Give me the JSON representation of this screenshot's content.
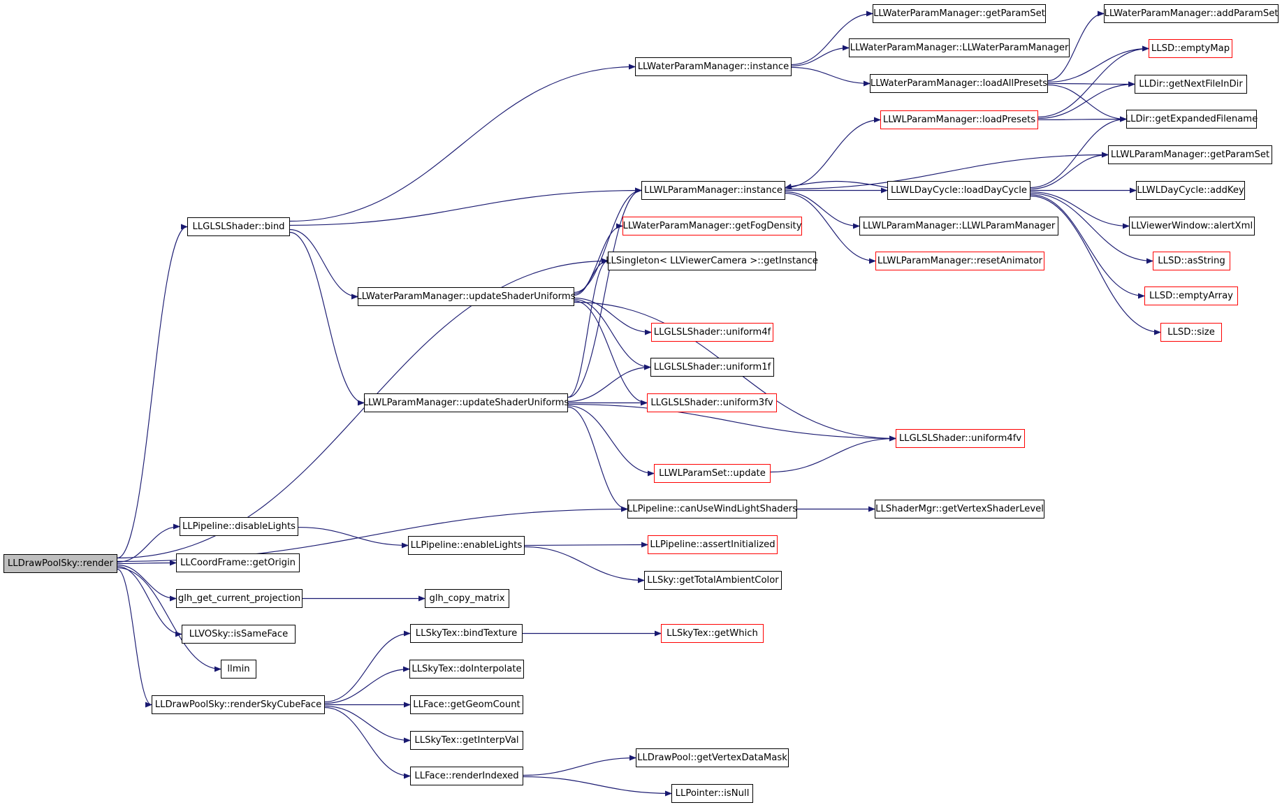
{
  "diagram": {
    "nodes": [
      {
        "id": "render",
        "label": "LLDrawPoolSky::render",
        "kind": "root"
      },
      {
        "id": "bind",
        "label": "LLGLSLShader::bind",
        "kind": "normal"
      },
      {
        "id": "wpm_instance",
        "label": "LLWaterParamManager::instance",
        "kind": "normal"
      },
      {
        "id": "wpm_getParamSet",
        "label": "LLWaterParamManager::getParamSet",
        "kind": "normal"
      },
      {
        "id": "wpm_ctor",
        "label": "LLWaterParamManager::LLWaterParamManager",
        "kind": "normal"
      },
      {
        "id": "wpm_loadAll",
        "label": "LLWaterParamManager::loadAllPresets",
        "kind": "normal"
      },
      {
        "id": "wpm_addParamSet",
        "label": "LLWaterParamManager::addParamSet",
        "kind": "normal"
      },
      {
        "id": "llsd_emptyMap",
        "label": "LLSD::emptyMap",
        "kind": "truncated"
      },
      {
        "id": "lldir_next",
        "label": "LLDir::getNextFileInDir",
        "kind": "normal"
      },
      {
        "id": "wlpm_loadPresets",
        "label": "LLWLParamManager::loadPresets",
        "kind": "truncated"
      },
      {
        "id": "lldir_expanded",
        "label": "LLDir::getExpandedFilename",
        "kind": "normal"
      },
      {
        "id": "wlpm_getParamSet",
        "label": "LLWLParamManager::getParamSet",
        "kind": "normal"
      },
      {
        "id": "wlpm_instance",
        "label": "LLWLParamManager::instance",
        "kind": "normal"
      },
      {
        "id": "daycycle_load",
        "label": "LLWLDayCycle::loadDayCycle",
        "kind": "normal"
      },
      {
        "id": "daycycle_addKey",
        "label": "LLWLDayCycle::addKey",
        "kind": "normal"
      },
      {
        "id": "wlpm_ctor",
        "label": "LLWLParamManager::LLWLParamManager",
        "kind": "normal"
      },
      {
        "id": "viewer_alertXml",
        "label": "LLViewerWindow::alertXml",
        "kind": "normal"
      },
      {
        "id": "wpm_fog",
        "label": "LLWaterParamManager::getFogDensity",
        "kind": "truncated"
      },
      {
        "id": "wlpm_reset",
        "label": "LLWLParamManager::resetAnimator",
        "kind": "truncated"
      },
      {
        "id": "llsd_asString",
        "label": "LLSD::asString",
        "kind": "truncated"
      },
      {
        "id": "singleton_cam",
        "label": "LLSingleton< LLViewerCamera >::getInstance",
        "kind": "normal"
      },
      {
        "id": "wpm_update",
        "label": "LLWaterParamManager::updateShaderUniforms",
        "kind": "normal"
      },
      {
        "id": "llsd_emptyArray",
        "label": "LLSD::emptyArray",
        "kind": "truncated"
      },
      {
        "id": "shader_u4f",
        "label": "LLGLSLShader::uniform4f",
        "kind": "truncated"
      },
      {
        "id": "llsd_size",
        "label": "LLSD::size",
        "kind": "truncated"
      },
      {
        "id": "shader_u1f",
        "label": "LLGLSLShader::uniform1f",
        "kind": "normal"
      },
      {
        "id": "wlpm_update",
        "label": "LLWLParamManager::updateShaderUniforms",
        "kind": "normal"
      },
      {
        "id": "shader_u3fv",
        "label": "LLGLSLShader::uniform3fv",
        "kind": "truncated"
      },
      {
        "id": "shader_u4fv",
        "label": "LLGLSLShader::uniform4fv",
        "kind": "truncated"
      },
      {
        "id": "wlparamset_update",
        "label": "LLWLParamSet::update",
        "kind": "truncated"
      },
      {
        "id": "pipe_wind",
        "label": "LLPipeline::canUseWindLightShaders",
        "kind": "normal"
      },
      {
        "id": "shadermgr_level",
        "label": "LLShaderMgr::getVertexShaderLevel",
        "kind": "normal"
      },
      {
        "id": "pipe_disable",
        "label": "LLPipeline::disableLights",
        "kind": "normal"
      },
      {
        "id": "pipe_enable",
        "label": "LLPipeline::enableLights",
        "kind": "normal"
      },
      {
        "id": "pipe_assert",
        "label": "LLPipeline::assertInitialized",
        "kind": "truncated"
      },
      {
        "id": "coord_origin",
        "label": "LLCoordFrame::getOrigin",
        "kind": "normal"
      },
      {
        "id": "llsky_ambient",
        "label": "LLSky::getTotalAmbientColor",
        "kind": "normal"
      },
      {
        "id": "glh_proj",
        "label": "glh_get_current_projection",
        "kind": "normal"
      },
      {
        "id": "glh_copy",
        "label": "glh_copy_matrix",
        "kind": "normal"
      },
      {
        "id": "vosky_same",
        "label": "LLVOSky::isSameFace",
        "kind": "normal"
      },
      {
        "id": "skytex_bind",
        "label": "LLSkyTex::bindTexture",
        "kind": "normal"
      },
      {
        "id": "skytex_which",
        "label": "LLSkyTex::getWhich",
        "kind": "truncated"
      },
      {
        "id": "llmin",
        "label": "llmin",
        "kind": "normal"
      },
      {
        "id": "skytex_interp",
        "label": "LLSkyTex::doInterpolate",
        "kind": "normal"
      },
      {
        "id": "render_cube",
        "label": "LLDrawPoolSky::renderSkyCubeFace",
        "kind": "normal"
      },
      {
        "id": "face_geom",
        "label": "LLFace::getGeomCount",
        "kind": "normal"
      },
      {
        "id": "skytex_interpval",
        "label": "LLSkyTex::getInterpVal",
        "kind": "normal"
      },
      {
        "id": "drawpool_mask",
        "label": "LLDrawPool::getVertexDataMask",
        "kind": "normal"
      },
      {
        "id": "face_render",
        "label": "LLFace::renderIndexed",
        "kind": "normal"
      },
      {
        "id": "pointer_null",
        "label": "LLPointer::isNull",
        "kind": "normal"
      }
    ],
    "edges": [
      {
        "from": "render",
        "to": "bind"
      },
      {
        "from": "render",
        "to": "singleton_cam"
      },
      {
        "from": "render",
        "to": "pipe_wind"
      },
      {
        "from": "render",
        "to": "pipe_disable"
      },
      {
        "from": "render",
        "to": "coord_origin"
      },
      {
        "from": "render",
        "to": "glh_proj"
      },
      {
        "from": "render",
        "to": "vosky_same"
      },
      {
        "from": "render",
        "to": "llmin"
      },
      {
        "from": "render",
        "to": "render_cube"
      },
      {
        "from": "bind",
        "to": "wpm_instance"
      },
      {
        "from": "bind",
        "to": "wlpm_instance"
      },
      {
        "from": "bind",
        "to": "wpm_update"
      },
      {
        "from": "bind",
        "to": "wlpm_update"
      },
      {
        "from": "wpm_instance",
        "to": "wpm_getParamSet"
      },
      {
        "from": "wpm_instance",
        "to": "wpm_ctor"
      },
      {
        "from": "wpm_instance",
        "to": "wpm_loadAll"
      },
      {
        "from": "wpm_loadAll",
        "to": "wpm_addParamSet"
      },
      {
        "from": "wpm_loadAll",
        "to": "llsd_emptyMap"
      },
      {
        "from": "wpm_loadAll",
        "to": "lldir_next"
      },
      {
        "from": "wpm_loadAll",
        "to": "lldir_expanded"
      },
      {
        "from": "wlpm_loadPresets",
        "to": "llsd_emptyMap"
      },
      {
        "from": "wlpm_loadPresets",
        "to": "lldir_next"
      },
      {
        "from": "wlpm_loadPresets",
        "to": "lldir_expanded"
      },
      {
        "from": "wlpm_instance",
        "to": "wlpm_loadPresets"
      },
      {
        "from": "wlpm_instance",
        "to": "wlpm_getParamSet"
      },
      {
        "from": "wlpm_instance",
        "to": "daycycle_load"
      },
      {
        "from": "wlpm_instance",
        "to": "wlpm_ctor"
      },
      {
        "from": "wlpm_instance",
        "to": "wlpm_reset"
      },
      {
        "from": "daycycle_load",
        "to": "wlpm_instance"
      },
      {
        "from": "daycycle_load",
        "to": "lldir_expanded"
      },
      {
        "from": "daycycle_load",
        "to": "wlpm_getParamSet"
      },
      {
        "from": "daycycle_load",
        "to": "daycycle_addKey"
      },
      {
        "from": "daycycle_load",
        "to": "viewer_alertXml"
      },
      {
        "from": "daycycle_load",
        "to": "llsd_asString"
      },
      {
        "from": "daycycle_load",
        "to": "llsd_emptyArray"
      },
      {
        "from": "daycycle_load",
        "to": "llsd_size"
      },
      {
        "from": "wpm_update",
        "to": "wlpm_instance"
      },
      {
        "from": "wpm_update",
        "to": "wpm_fog"
      },
      {
        "from": "wpm_update",
        "to": "singleton_cam"
      },
      {
        "from": "wpm_update",
        "to": "shader_u4fv"
      },
      {
        "from": "wpm_update",
        "to": "shader_u4f"
      },
      {
        "from": "wpm_update",
        "to": "shader_u1f"
      },
      {
        "from": "wpm_update",
        "to": "shader_u3fv"
      },
      {
        "from": "wlpm_update",
        "to": "wlpm_instance"
      },
      {
        "from": "wlpm_update",
        "to": "singleton_cam"
      },
      {
        "from": "wlpm_update",
        "to": "shader_u1f"
      },
      {
        "from": "wlpm_update",
        "to": "shader_u3fv"
      },
      {
        "from": "wlpm_update",
        "to": "shader_u4fv"
      },
      {
        "from": "wlpm_update",
        "to": "wlparamset_update"
      },
      {
        "from": "wlpm_update",
        "to": "pipe_wind"
      },
      {
        "from": "wlparamset_update",
        "to": "shader_u4fv"
      },
      {
        "from": "pipe_wind",
        "to": "shadermgr_level"
      },
      {
        "from": "pipe_disable",
        "to": "pipe_enable"
      },
      {
        "from": "pipe_enable",
        "to": "pipe_assert"
      },
      {
        "from": "pipe_enable",
        "to": "llsky_ambient"
      },
      {
        "from": "glh_proj",
        "to": "glh_copy"
      },
      {
        "from": "render_cube",
        "to": "skytex_bind"
      },
      {
        "from": "render_cube",
        "to": "skytex_interp"
      },
      {
        "from": "render_cube",
        "to": "face_geom"
      },
      {
        "from": "render_cube",
        "to": "skytex_interpval"
      },
      {
        "from": "render_cube",
        "to": "face_render"
      },
      {
        "from": "skytex_bind",
        "to": "skytex_which"
      },
      {
        "from": "face_render",
        "to": "drawpool_mask"
      },
      {
        "from": "face_render",
        "to": "pointer_null"
      }
    ]
  },
  "colors": {
    "edge": "#191970",
    "node_border": "#000000",
    "truncated_border": "#ff0000",
    "root_fill": "#bfbfbf",
    "node_fill": "#ffffff"
  }
}
